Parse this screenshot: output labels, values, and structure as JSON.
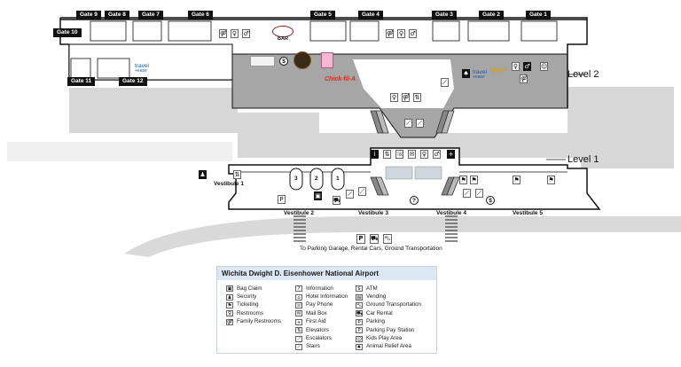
{
  "gates": [
    "Gate 9",
    "Gate 8",
    "Gate 7",
    "Gate 6",
    "Gate 5",
    "Gate 4",
    "Gate 3",
    "Gate 2",
    "Gate 1",
    "Gate 10",
    "Gate 11",
    "Gate 12"
  ],
  "levels": [
    "Level 2",
    "Level 1"
  ],
  "vestibules": [
    "Vestibule 1",
    "Vestibule 2",
    "Vestibule 3",
    "Vestibule 4",
    "Vestibule 5"
  ],
  "brands": {
    "bar_word": "BAR",
    "travel": "travel",
    "ease": "+ease",
    "chick": "Chick-fil-A",
    "grab": "GRAB"
  },
  "parking_note": "To Parking Garage, Rental Cars, Ground Transportation",
  "stair_numbers": [
    "3",
    "2",
    "1"
  ],
  "legend": {
    "title": "Wichita Dwight D. Eisenhower National Airport",
    "col1": [
      "Bag Claim",
      "Security",
      "Ticketing",
      "Restrooms",
      "Family Restrooms"
    ],
    "col2": [
      "Information",
      "Hotel Information",
      "Pay Phone",
      "Mail Box",
      "First Aid",
      "Elevators",
      "Escalators",
      "Stairs"
    ],
    "col3": [
      "ATM",
      "Vending",
      "Ground Transportation",
      "Car Rental",
      "Parking",
      "Parking Pay Station",
      "Kids Play Area",
      "Animal Relief Area"
    ]
  },
  "colors": {
    "concourse": "#a6a6a6",
    "apron": "#d7d7d7",
    "gate_tag": "#111111",
    "legend_header": "#dbe8f4",
    "chick_red": "#d52b1e",
    "travel_blue": "#1e5aa8"
  },
  "icons": [
    "restroom-icon",
    "elevator-icon",
    "atm-icon",
    "escalator-icon",
    "stairs-icon",
    "information-icon",
    "pay-phone-icon",
    "mail-box-icon",
    "first-aid-icon",
    "parking-icon",
    "car-rental-icon",
    "ground-transportation-icon",
    "bag-claim-icon",
    "ticketing-icon",
    "kids-play-icon",
    "animal-relief-icon",
    "vending-icon"
  ]
}
